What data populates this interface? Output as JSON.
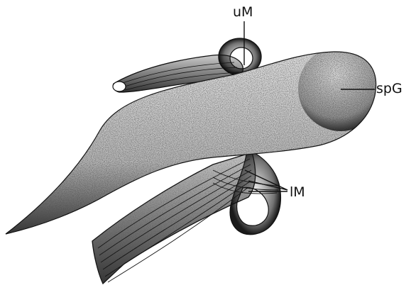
{
  "figure": {
    "labels": {
      "upper_muscle": "uM",
      "gland": "spG",
      "lower_muscles": "lM"
    },
    "ink_color": "#111111",
    "background_color": "#ffffff"
  }
}
